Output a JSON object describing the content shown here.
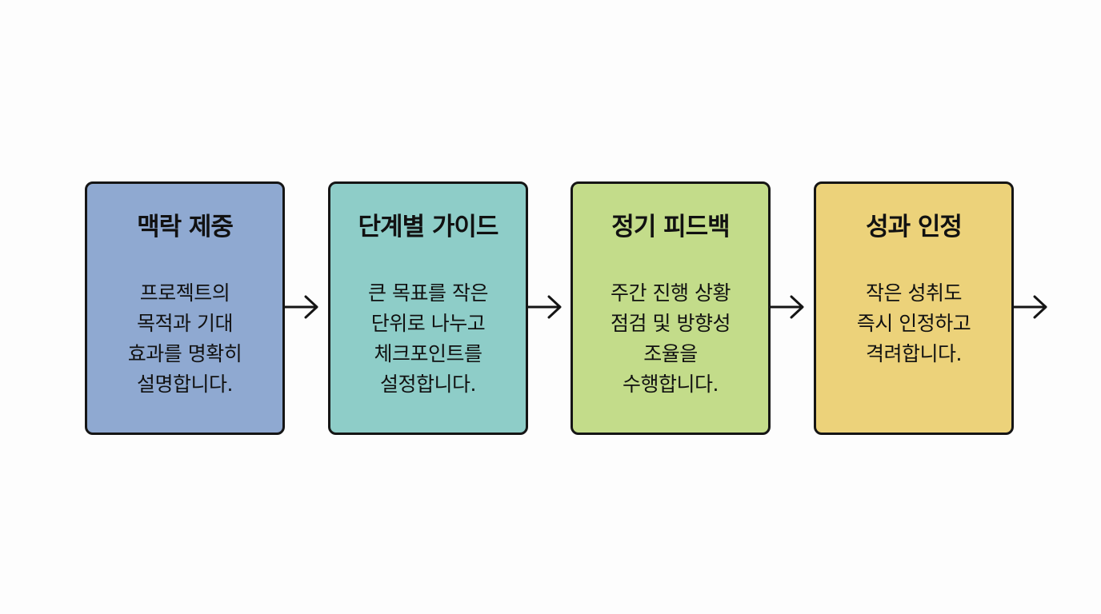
{
  "diagram": {
    "type": "process-flow",
    "steps": [
      {
        "title": "맥락 제중",
        "description": "프로젝트의\n목적과 기대\n효과를 명확히\n설명합니다.",
        "color": "#8fa9d1"
      },
      {
        "title": "단계별 가이드",
        "description": "큰 목표를 작은\n단위로 나누고\n체크포인트를\n설정합니다.",
        "color": "#8ecdc8"
      },
      {
        "title": "정기 피드백",
        "description": "주간 진행 상황\n점검 및 방향성\n조율을\n수행합니다.",
        "color": "#c3dc8a"
      },
      {
        "title": "성과 인정",
        "description": "작은 성취도\n즉시 인정하고\n격려합니다.",
        "color": "#ecd27a"
      }
    ],
    "connector_icon": "arrow-right-icon",
    "border_color": "#151515",
    "background_color": "#fdfdfd"
  }
}
